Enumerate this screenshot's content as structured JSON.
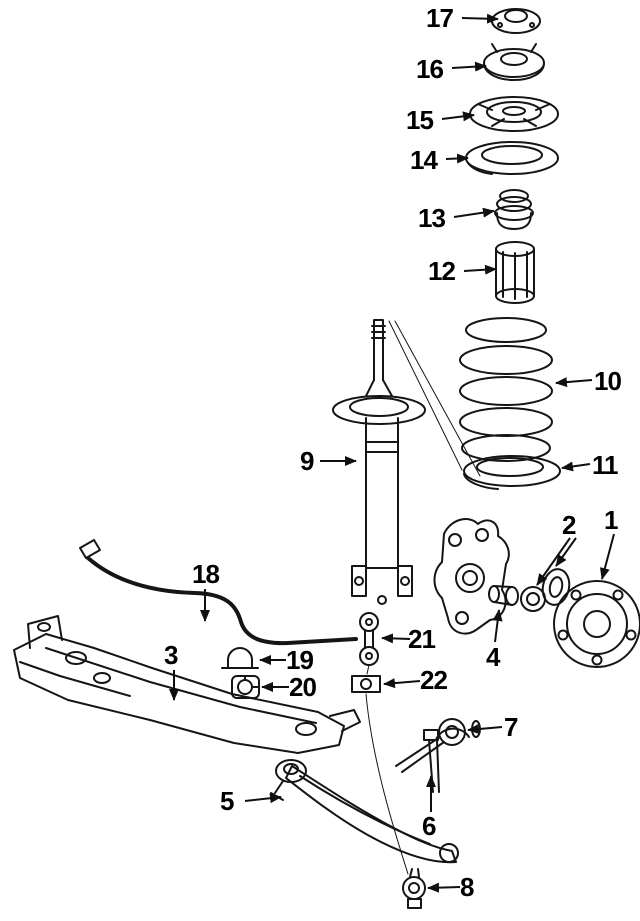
{
  "figure": {
    "type": "exploded-parts-diagram",
    "subject": "front suspension components",
    "background_color": "#ffffff",
    "line_color": "#151515"
  },
  "callouts": [
    {
      "number": "17",
      "part": "strut-mount-cap"
    },
    {
      "number": "16",
      "part": "upper-strut-mount"
    },
    {
      "number": "15",
      "part": "spring-seat-plate"
    },
    {
      "number": "14",
      "part": "upper-spring-pad"
    },
    {
      "number": "13",
      "part": "bump-stop"
    },
    {
      "number": "12",
      "part": "dust-boot"
    },
    {
      "number": "10",
      "part": "coil-spring"
    },
    {
      "number": "11",
      "part": "lower-spring-pad"
    },
    {
      "number": "9",
      "part": "strut-assembly"
    },
    {
      "number": "2",
      "part": "bearing-and-seal"
    },
    {
      "number": "1",
      "part": "wheel-hub"
    },
    {
      "number": "4",
      "part": "axle-stub"
    },
    {
      "number": "21",
      "part": "stabilizer-link"
    },
    {
      "number": "18",
      "part": "stabilizer-bar"
    },
    {
      "number": "19",
      "part": "bar-bracket"
    },
    {
      "number": "20",
      "part": "bar-bushing"
    },
    {
      "number": "3",
      "part": "crossmember"
    },
    {
      "number": "22",
      "part": "clamp-bracket"
    },
    {
      "number": "7",
      "part": "control-arm-bushing"
    },
    {
      "number": "5",
      "part": "control-arm"
    },
    {
      "number": "6",
      "part": "link-bolt"
    },
    {
      "number": "8",
      "part": "ball-joint"
    }
  ]
}
